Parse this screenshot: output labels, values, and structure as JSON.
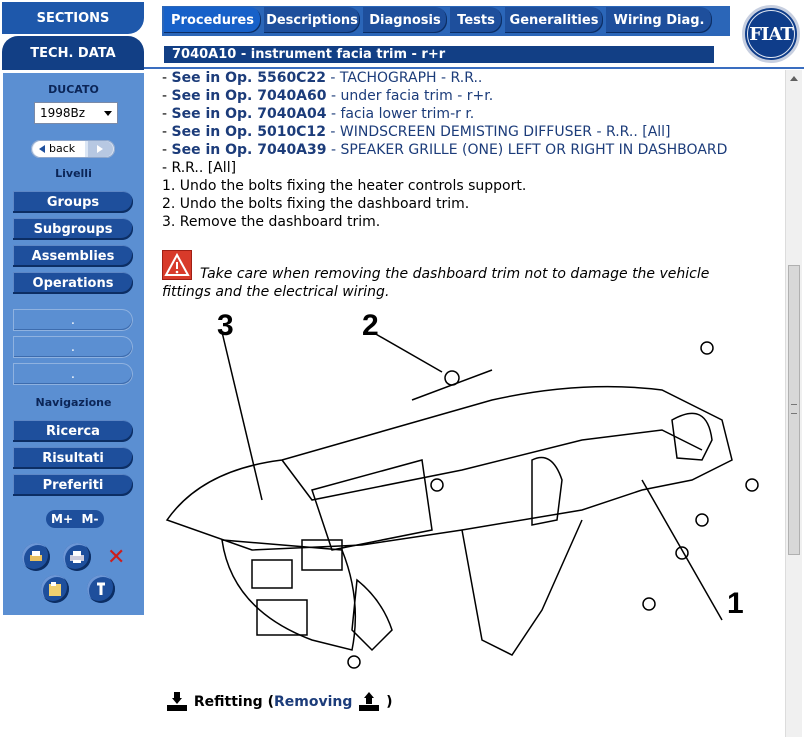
{
  "sidebar_tabs": {
    "sections": "SECTIONS",
    "tech_data": "TECH. DATA"
  },
  "tabs": [
    {
      "label": "Procedures",
      "active": true
    },
    {
      "label": "Descriptions",
      "active": false
    },
    {
      "label": "Diagnosis",
      "active": false
    },
    {
      "label": "Tests",
      "active": false
    },
    {
      "label": "Generalities",
      "active": false
    },
    {
      "label": "Wiring Diag.",
      "active": false
    }
  ],
  "page_title": "7040A10 - instrument facia trim - r+r",
  "logo_text": "FIAT",
  "sidebar": {
    "model": "DUCATO",
    "variant": "1998Bz",
    "back_label": "back",
    "livelli_label": "Livelli",
    "livelli": [
      "Groups",
      "Subgroups",
      "Assemblies",
      "Operations"
    ],
    "dots": [
      ".",
      ".",
      "."
    ],
    "navigazione_label": "Navigazione",
    "navigazione": [
      "Ricerca",
      "Risultati",
      "Preferiti"
    ],
    "mplus": "M+",
    "mminus": "M-"
  },
  "content": {
    "refs": [
      {
        "prefix": "- ",
        "op": "See in Op. 5560C22",
        "text": " - TACHOGRAPH - R.R.."
      },
      {
        "prefix": "- ",
        "op": "See in Op. 7040A60",
        "text": " - under facia trim - r+r."
      },
      {
        "prefix": "- ",
        "op": "See in Op. 7040A04",
        "text": " - facia lower trim-r r."
      },
      {
        "prefix": "- ",
        "op": "See in Op. 5010C12",
        "text": " - WINDSCREEN DEMISTING DIFFUSER - R.R.. [All]"
      },
      {
        "prefix": "- ",
        "op": "See in Op. 7040A39",
        "text": " - SPEAKER GRILLE (ONE) LEFT OR RIGHT IN DASHBOARD"
      }
    ],
    "ref_cont": "- R.R.. [All]",
    "steps": [
      "1. Undo the bolts fixing the heater controls support.",
      "2. Undo the bolts fixing the dashboard trim.",
      "3. Remove the dashboard trim."
    ],
    "warning": "Take care when removing the dashboard trim not to damage the vehicle fittings and the electrical wiring.",
    "callouts": [
      "1",
      "2",
      "3"
    ],
    "refit_label": "Refitting",
    "removing_label": "Removing",
    "paren_open": "(",
    "paren_close": ")"
  },
  "colors": {
    "tab_blue": "#1e4f9c",
    "sidebar_blue": "#5b8fd2",
    "title_navy": "#123f85",
    "warning_red": "#d83a2a",
    "close_red": "#cc1d1d"
  }
}
